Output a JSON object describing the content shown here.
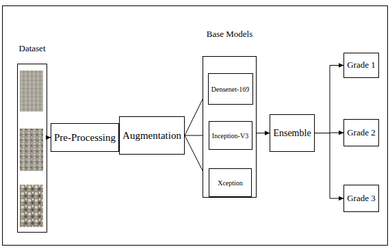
{
  "diagram": {
    "nodes": [
      {
        "text": [
          "Dataset"
        ]
      },
      {
        "text": [
          "Pre-Processing"
        ]
      },
      {
        "text": [
          "Augmentation"
        ]
      },
      {
        "text": [
          "Base Models"
        ]
      },
      {
        "text": [
          "Densenet-169"
        ],
        "in": 3
      },
      {
        "text": [
          "Inception-V3"
        ],
        "in": 3
      },
      {
        "text": [
          "Xception"
        ],
        "in": 3
      },
      {
        "text": [
          "Ensemble"
        ]
      },
      {
        "text": [
          "Grade 1"
        ]
      },
      {
        "text": [
          "Grade 2"
        ]
      },
      {
        "text": [
          "Grade 3"
        ]
      }
    ],
    "edges": [
      {
        "from": 0,
        "to": 1,
        "arrow": "to"
      },
      {
        "from": 1,
        "to": 2,
        "arrow": "to"
      },
      {
        "from": 2,
        "to": 4,
        "arrow": "to"
      },
      {
        "from": 2,
        "to": 5,
        "arrow": "to"
      },
      {
        "from": 2,
        "to": 6,
        "arrow": "to"
      },
      {
        "from": 3,
        "to": 7,
        "arrow": "to"
      },
      {
        "from": 7,
        "to": 8,
        "arrow": "to"
      },
      {
        "from": 7,
        "to": 9,
        "arrow": "to"
      },
      {
        "from": 7,
        "to": 10,
        "arrow": "to"
      }
    ]
  }
}
